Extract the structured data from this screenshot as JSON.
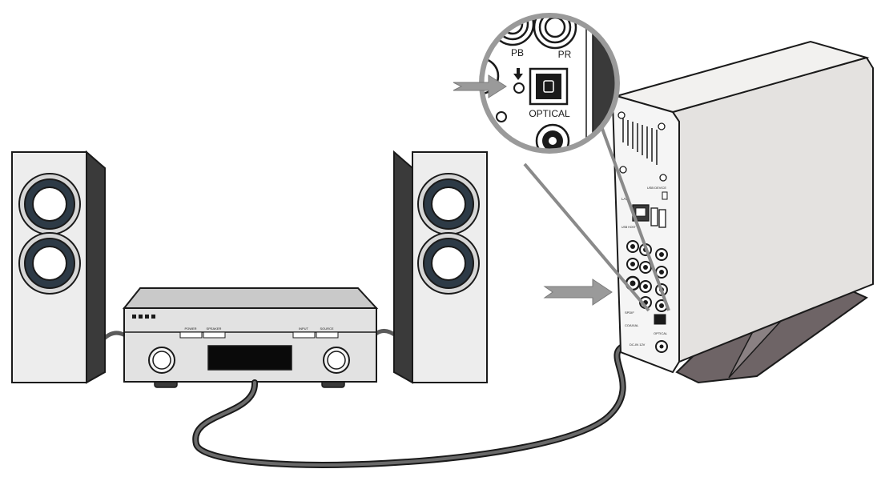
{
  "colors": {
    "outline": "#1a1a1a",
    "panel_light": "#ededed",
    "panel_mid": "#c9c9c9",
    "panel_dark": "#3a3a3a",
    "cable": "#5a5a5a",
    "arrow": "#9a9a9a",
    "stand": "#6e6466"
  },
  "callout": {
    "labels": {
      "pb": "PB",
      "pr": "PR",
      "optical": "OPTICAL"
    }
  },
  "player": {
    "panel_labels": {
      "lan": "LAN",
      "usb_device": "USB DEVICE",
      "usb_host": "USB HOST",
      "spdif": "SPDIF",
      "coaxial": "COAXIAL",
      "optical": "OPTICAL",
      "dc_in": "DC-IN 12V"
    }
  },
  "receiver": {
    "left_buttons": [
      "POWER",
      "SPEAKER"
    ],
    "right_buttons": [
      "INPUT",
      "SOURCE"
    ]
  }
}
